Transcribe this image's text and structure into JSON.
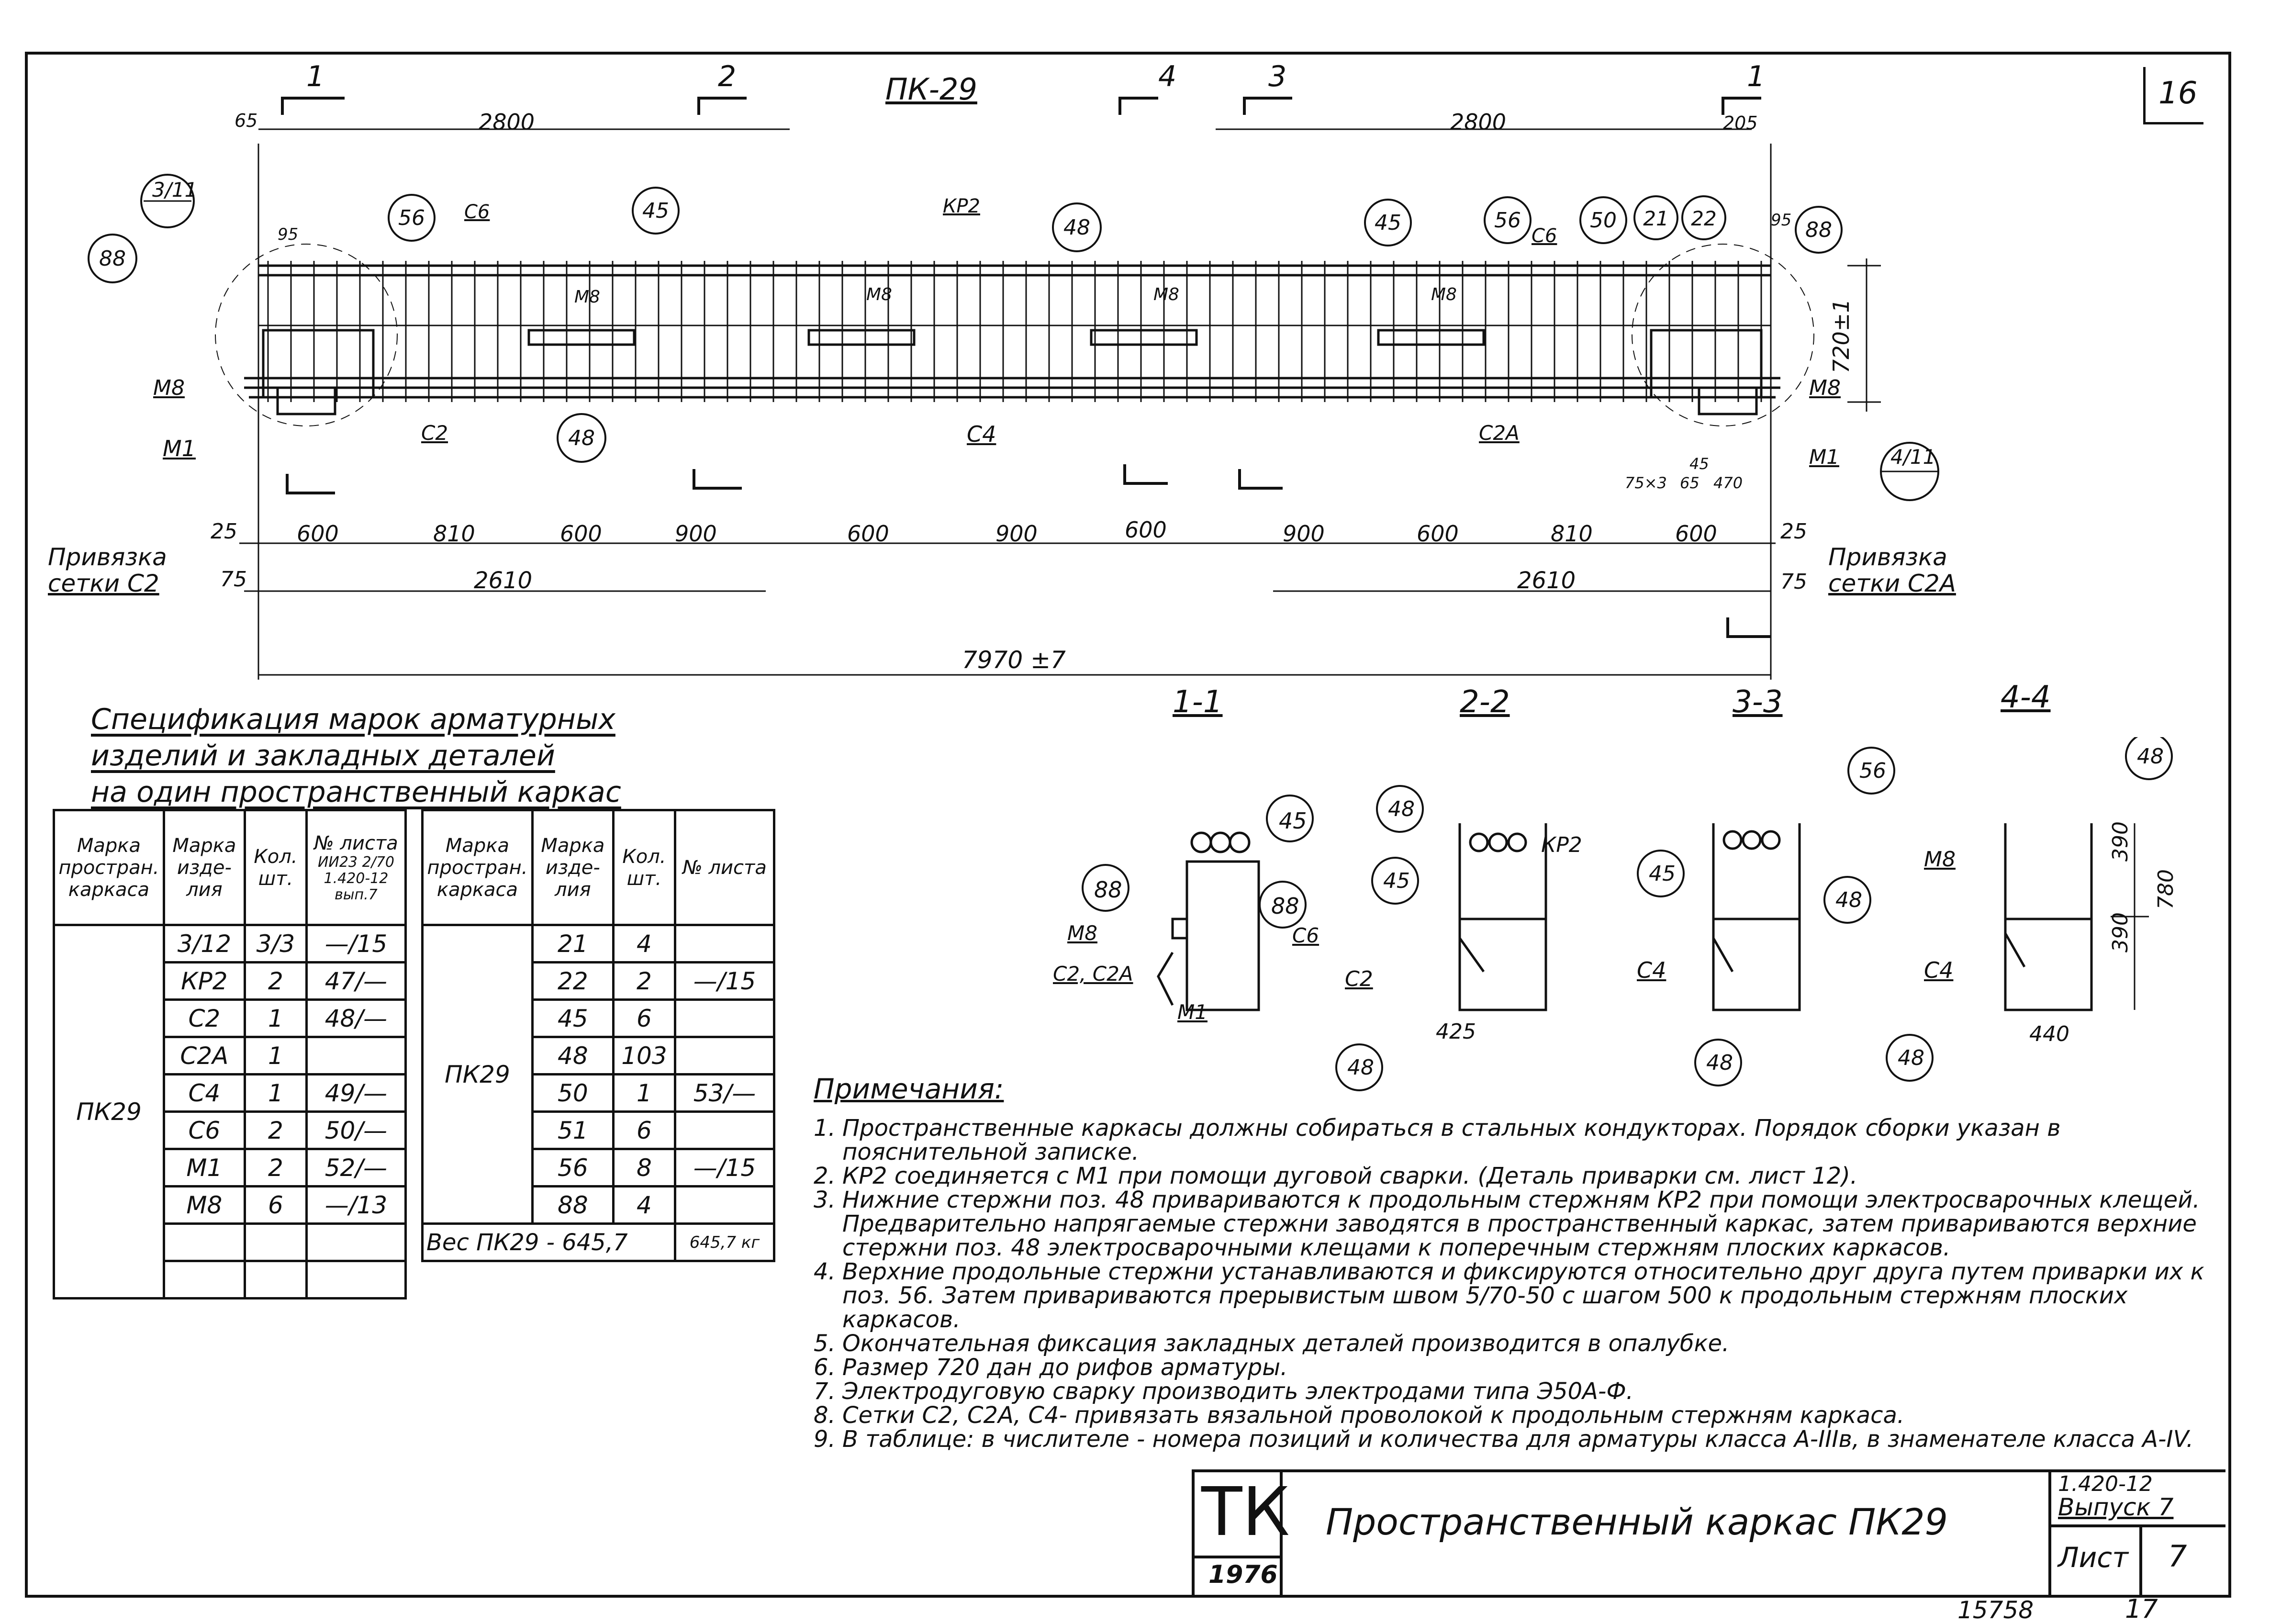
{
  "sheet": {
    "sheet_number": "16",
    "page_number": "17",
    "stamp_number": "15758"
  },
  "elevation": {
    "title": "ПК-29",
    "section_markers": [
      "1",
      "2",
      "4",
      "3",
      "1"
    ],
    "dims_top": [
      "65",
      "2800",
      "2800",
      "205",
      "95",
      "95"
    ],
    "dim_height": "720±1",
    "dims_bottom_row1": [
      "25",
      "600",
      "810",
      "600",
      "900",
      "600",
      "900",
      "600",
      "900",
      "600",
      "810",
      "600",
      "25"
    ],
    "dims_small": [
      "75×3",
      "45",
      "65",
      "470"
    ],
    "dims_bottom_row2": [
      "75",
      "2610",
      "2610",
      "75"
    ],
    "total_length": "7970 ±7",
    "callouts": [
      "3/11",
      "88",
      "56",
      "45",
      "48",
      "45",
      "56",
      "50",
      "21",
      "22",
      "88",
      "48",
      "4/11"
    ],
    "labels": [
      "С6",
      "КР2",
      "М8",
      "М8",
      "М8",
      "М8",
      "М8",
      "С6",
      "М8",
      "М8",
      "М1",
      "С2",
      "С4",
      "С2А",
      "М1"
    ],
    "binding_left": [
      "Привязка",
      "сетки С2"
    ],
    "binding_right": [
      "Привязка",
      "сетки С2А"
    ]
  },
  "spec": {
    "title_lines": [
      "Спецификация марок арматурных",
      "изделий и закладных деталей",
      "на один пространственный каркас"
    ],
    "headers": [
      "Марка простран. каркаса",
      "Марка изде-лия",
      "Кол. шт.",
      "№ листа"
    ],
    "sheet_header_sub": [
      "ИИ23",
      "2/70",
      "1.420-12",
      "вып.7"
    ],
    "left_mark": "ПК29",
    "left_rows": [
      {
        "item": "3/12",
        "qty": "3/3",
        "sheet": "—/15"
      },
      {
        "item": "КР2",
        "qty": "2",
        "sheet": "47/—"
      },
      {
        "item": "С2",
        "qty": "1",
        "sheet": "48/—"
      },
      {
        "item": "С2А",
        "qty": "1",
        "sheet": ""
      },
      {
        "item": "С4",
        "qty": "1",
        "sheet": "49/—"
      },
      {
        "item": "С6",
        "qty": "2",
        "sheet": "50/—"
      },
      {
        "item": "М1",
        "qty": "2",
        "sheet": "52/—"
      },
      {
        "item": "М8",
        "qty": "6",
        "sheet": "—/13"
      }
    ],
    "right_mark": "ПК29",
    "right_rows": [
      {
        "item": "21",
        "qty": "4",
        "sheet": ""
      },
      {
        "item": "22",
        "qty": "2",
        "sheet": "—/15"
      },
      {
        "item": "45",
        "qty": "6",
        "sheet": ""
      },
      {
        "item": "48",
        "qty": "103",
        "sheet": ""
      },
      {
        "item": "50",
        "qty": "1",
        "sheet": "53/—"
      },
      {
        "item": "51",
        "qty": "6",
        "sheet": ""
      },
      {
        "item": "56",
        "qty": "8",
        "sheet": "—/15"
      },
      {
        "item": "88",
        "qty": "4",
        "sheet": ""
      }
    ],
    "weight_label": "Вес ПК29 - 645,7",
    "weight_value": "645,7 кг"
  },
  "sections": {
    "titles": [
      "1-1",
      "2-2",
      "3-3",
      "4-4"
    ],
    "s1_labels": [
      "45",
      "88",
      "88",
      "М8",
      "С6",
      "С2, С2А",
      "М1"
    ],
    "s2_labels": [
      "48",
      "45",
      "КР2",
      "С2",
      "48",
      "425"
    ],
    "s3_labels": [
      "56",
      "45",
      "48",
      "С4",
      "48"
    ],
    "s4_labels": [
      "48",
      "М8",
      "С4",
      "48",
      "440",
      "390",
      "390",
      "780"
    ]
  },
  "notes": {
    "title": "Примечания:",
    "items": [
      {
        "num": "1.",
        "text": "Пространственные каркасы должны собираться в стальных кондукторах. Порядок сборки указан в пояснительной записке."
      },
      {
        "num": "2.",
        "text": "КР2 соединяется с М1 при помощи дуговой сварки. (Деталь приварки см. лист 12)."
      },
      {
        "num": "3.",
        "text": "Нижние стержни поз. 48 привариваются к продольным стержням КР2 при помощи электросварочных клещей. Предварительно напрягаемые стержни заводятся в пространственный каркас, затем привариваются верхние стержни поз. 48 электросварочными клещами к поперечным стержням плоских каркасов."
      },
      {
        "num": "4.",
        "text": "Верхние продольные стержни устанавливаются и фиксируются относительно друг друга путем приварки их к поз. 56. Затем привариваются прерывистым швом 5/70-50 с шагом 500 к продольным стержням плоских каркасов."
      },
      {
        "num": "5.",
        "text": "Окончательная фиксация закладных деталей производится в опалубке."
      },
      {
        "num": "6.",
        "text": "Размер 720 дан до рифов арматуры."
      },
      {
        "num": "7.",
        "text": "Электродуговую сварку производить электродами типа Э50А-Ф."
      },
      {
        "num": "8.",
        "text": "Сетки С2, С2А, С4- привязать вязальной проволокой к продольным стержням каркаса."
      },
      {
        "num": "9.",
        "text": "В таблице: в числителе - номера позиций и количества для арматуры класса А-IIIв, в знаменателе класса А-IV."
      }
    ]
  },
  "title_block": {
    "logo": "ТК",
    "year": "1976",
    "drawing_title": "Пространственный каркас ПК29",
    "series": "1.420-12",
    "issue": "Выпуск 7",
    "sheet_label": "Лист",
    "sheet_value": "7"
  }
}
